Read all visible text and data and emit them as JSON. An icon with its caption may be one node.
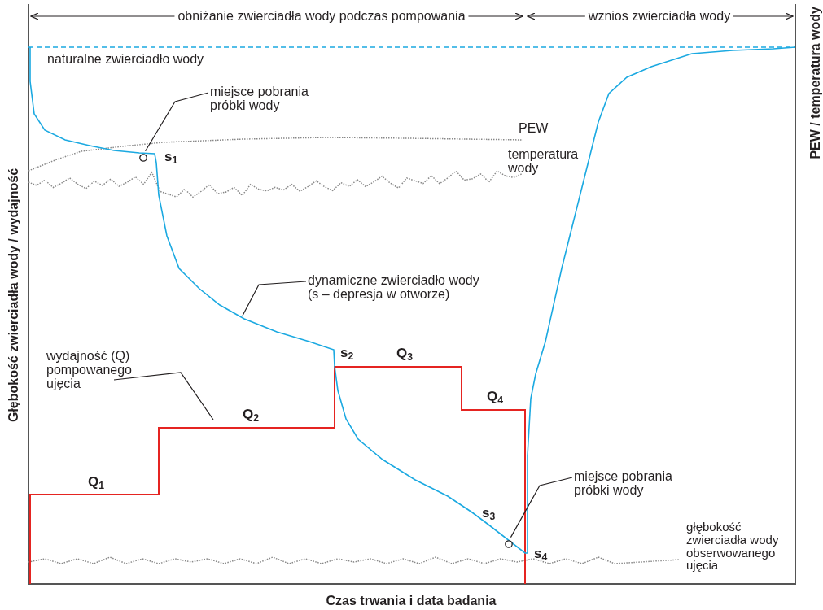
{
  "diagram": {
    "nodes": [
      {
        "text": [
          "miejsce pobrania próbki wody"
        ]
      },
      {
        "text": [],
        "shape": "circle"
      },
      {
        "text": [
          "dynamiczne zwierciadło wody (s – depresja w otworze)"
        ]
      },
      {
        "text": [
          "wydajność (Q) pompowanego ujęcia"
        ]
      },
      {
        "text": [
          "miejsce pobrania próbki wody"
        ]
      },
      {
        "text": [],
        "shape": "circle"
      }
    ],
    "edges": [
      {
        "from": 0,
        "to": 1,
        "arrow": "none"
      },
      {
        "from": 2,
        "to": null,
        "arrow": "none"
      },
      {
        "from": 3,
        "to": null,
        "arrow": "none"
      },
      {
        "from": 4,
        "to": 5,
        "arrow": "none"
      }
    ],
    "labels": [
      "Głębokość zwierciadła wody / wydajność",
      "obniżanie zwierciadła wody podczas pompowania",
      "wznios zwierciadła wody",
      "PEW / temperatura wody",
      "naturalne zwierciadło wody",
      "PEW",
      "temperatura wody",
      "s$_{1}$",
      "s$_{2}$",
      "Q$_{3}$",
      "Q$_{4}$",
      "Q$_{2}$",
      "Q$_{1}$",
      "s$_{3}$",
      "s$_{4}$",
      "głębokość zwierciadła wody obserwowanego ujęcia",
      "Czas trwania i data badania"
    ]
  }
}
